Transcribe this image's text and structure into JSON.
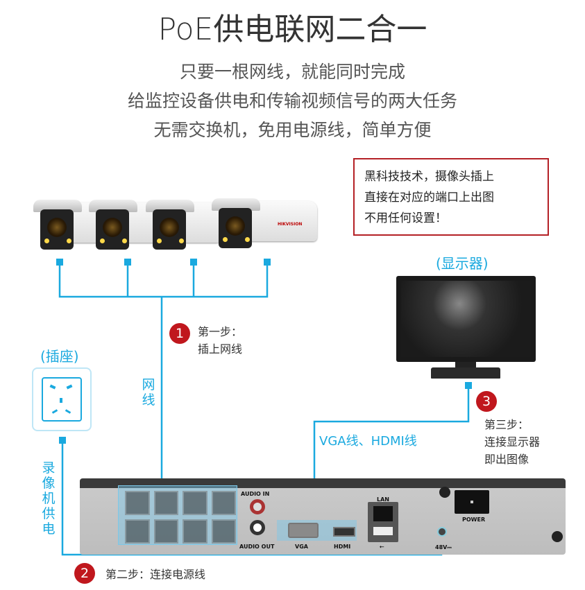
{
  "title": "PoE供电联网二合一",
  "subtitle": [
    "只要一根网线，就能同时完成",
    "给监控设备供电和传输视频信号的两大任务",
    "无需交换机，免用电源线，简单方便"
  ],
  "note": [
    "黑科技技术，摄像头插上",
    "直接在对应的端口上出图",
    "不用任何设置！"
  ],
  "monitor_label": "(显示器)",
  "socket_label": "(插座)",
  "cable_label": "网线",
  "power_label": "录像机供电",
  "video_cable_label": "VGA线、HDMI线",
  "camera_brand": "HIKVISION",
  "steps": [
    {
      "num": "1",
      "lines": [
        "第一步：",
        "插上网线"
      ]
    },
    {
      "num": "2",
      "lines": [
        "第二步：连接电源线"
      ]
    },
    {
      "num": "3",
      "lines": [
        "第三步：",
        "连接显示器",
        "即出图像"
      ]
    }
  ],
  "nvr": {
    "audio_in": "AUDIO IN",
    "audio_out": "AUDIO OUT",
    "vga": "VGA",
    "hdmi": "HDMI",
    "lan": "LAN",
    "usb": "⭠",
    "power": "POWER",
    "dc": "48V⎓"
  },
  "colors": {
    "line": "#1aa9df",
    "step": "#c0171d",
    "note_border": "#b42025"
  }
}
